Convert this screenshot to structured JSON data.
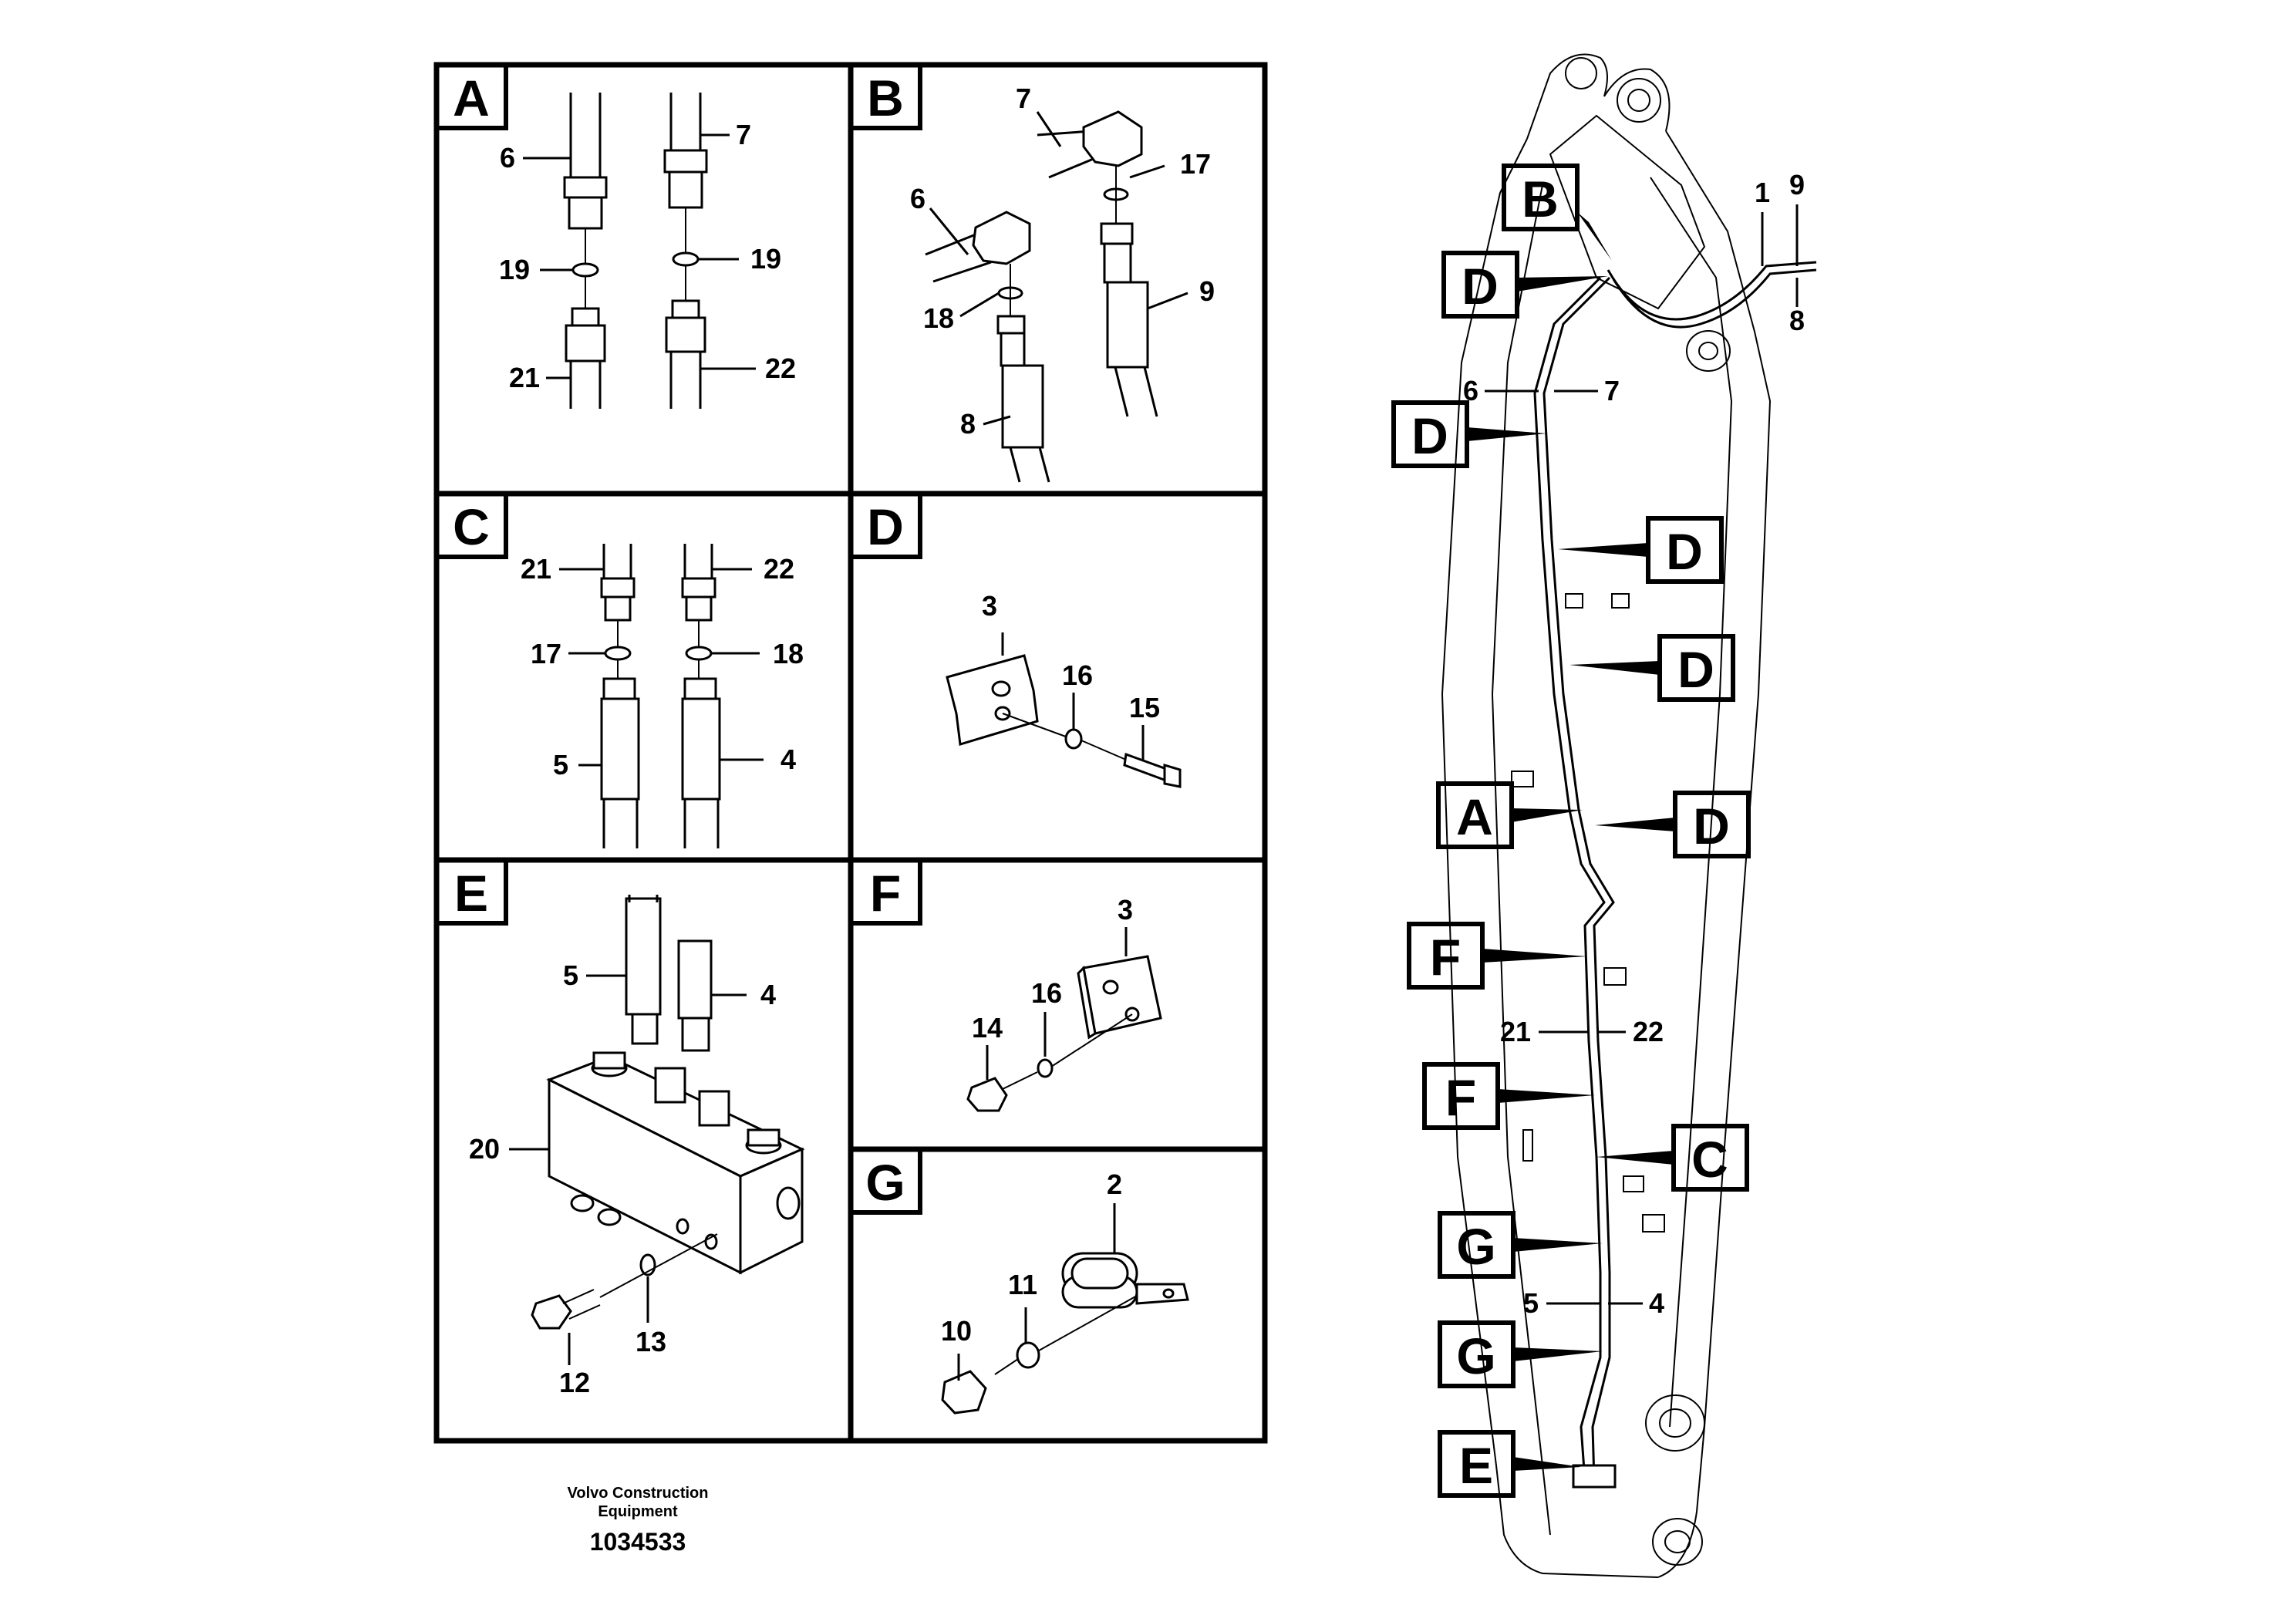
{
  "panels": [
    {
      "letter": "A",
      "callouts": [
        "6",
        "7",
        "19",
        "19",
        "21",
        "22"
      ]
    },
    {
      "letter": "B",
      "callouts": [
        "7",
        "17",
        "6",
        "9",
        "18",
        "8"
      ]
    },
    {
      "letter": "C",
      "callouts": [
        "21",
        "22",
        "17",
        "18",
        "5",
        "4"
      ]
    },
    {
      "letter": "D",
      "callouts": [
        "3",
        "16",
        "15"
      ]
    },
    {
      "letter": "E",
      "callouts": [
        "5",
        "4",
        "20",
        "12",
        "13"
      ]
    },
    {
      "letter": "F",
      "callouts": [
        "3",
        "16",
        "14"
      ]
    },
    {
      "letter": "G",
      "callouts": [
        "2",
        "11",
        "10"
      ]
    }
  ],
  "boom": {
    "labels": [
      "B",
      "D",
      "D",
      "D",
      "D",
      "A",
      "D",
      "F",
      "F",
      "C",
      "G",
      "G",
      "E"
    ],
    "callouts": [
      "1",
      "9",
      "8",
      "6",
      "7",
      "21",
      "22",
      "5",
      "4"
    ]
  },
  "footer": {
    "company_line1": "Volvo Construction",
    "company_line2": "Equipment",
    "drawing_number": "1034533"
  }
}
